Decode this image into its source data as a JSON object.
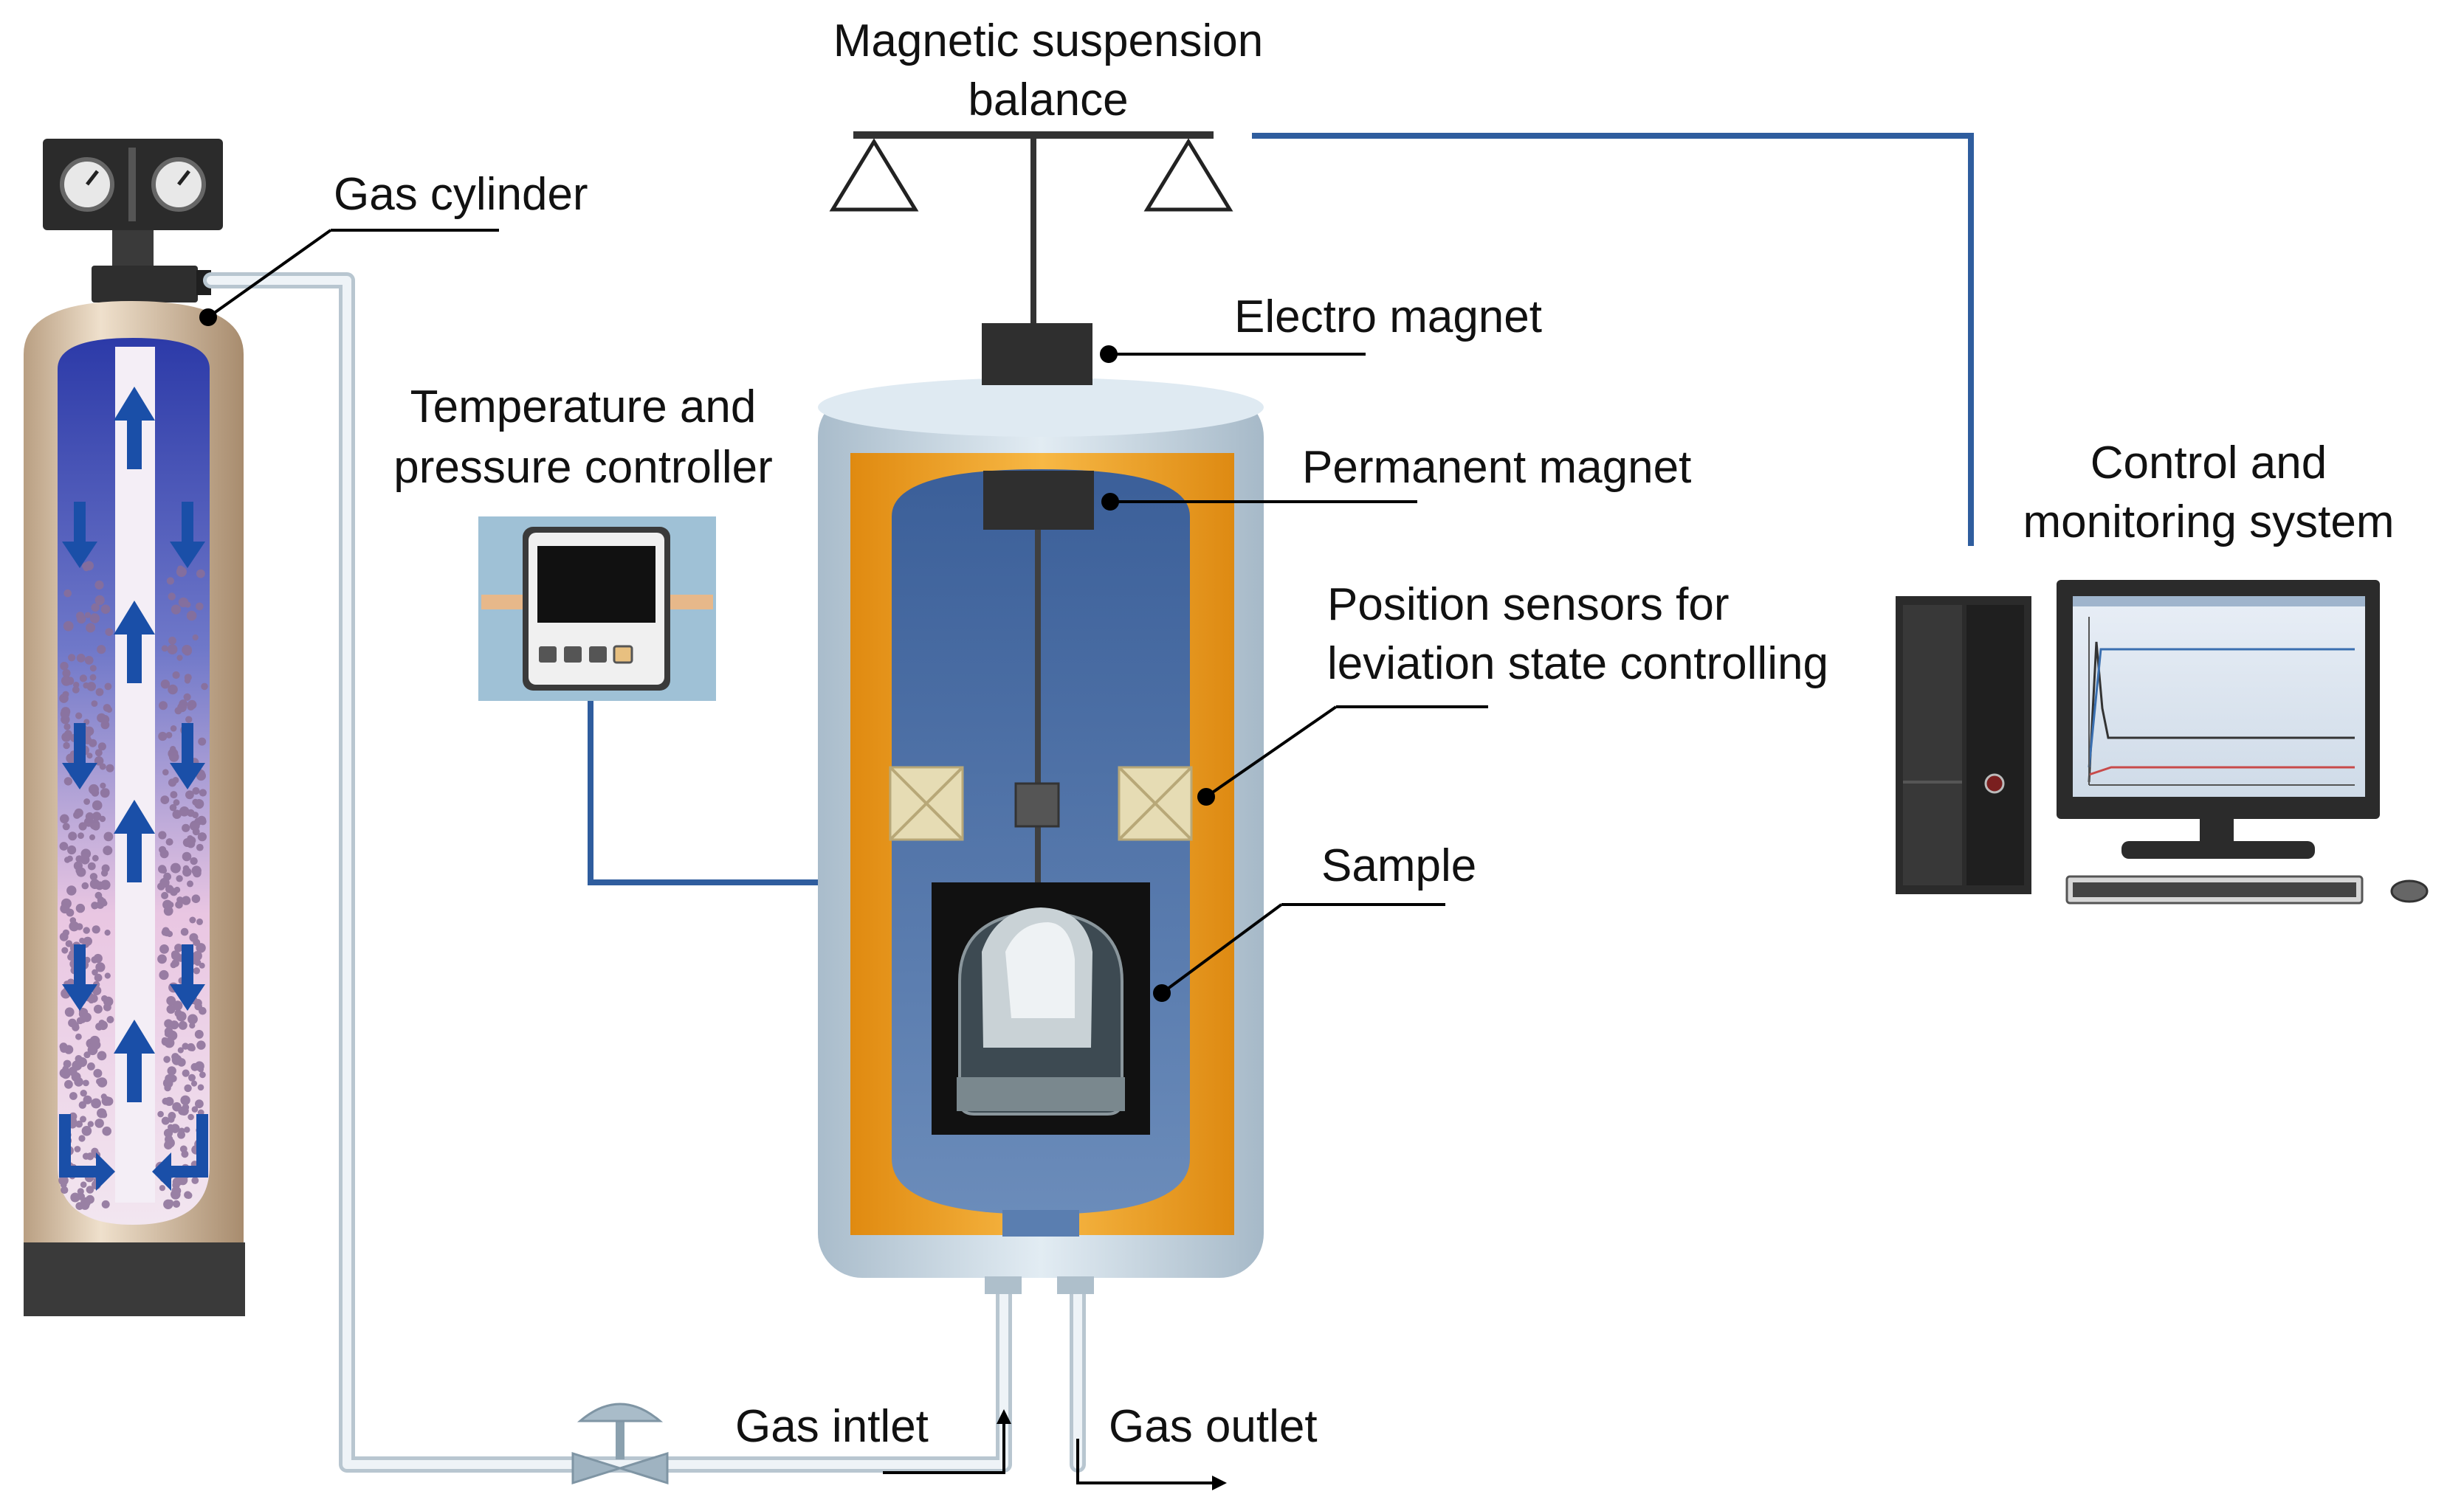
{
  "labels": {
    "balance_line1": "Magnetic suspension",
    "balance_line2": "balance",
    "gas_cylinder": "Gas cylinder",
    "electro_magnet": "Electro magnet",
    "temp_line1": "Temperature and",
    "temp_line2": "pressure controller",
    "permanent_magnet": "Permanent magnet",
    "control_line1": "Control and",
    "control_line2": "monitoring system",
    "sensors_line1": "Position sensors for",
    "sensors_line2": "leviation state controlling",
    "sample": "Sample",
    "gas_inlet": "Gas intlet",
    "gas_outlet": "Gas outlet"
  },
  "colors": {
    "connection_line": "#2f5d9e",
    "cell_shell": "#c9d9e6",
    "heater_jacket": "#f0a024",
    "inner_chamber": "#4a6fa5",
    "cylinder_body": "#d9c3a8",
    "arrow": "#1a4fa8",
    "tube": "#dde7ee",
    "magnet": "#333333"
  },
  "icons": {
    "pressure_gauge": "pressure-gauge-icon",
    "valve": "valve-icon",
    "computer": "desktop-computer-icon"
  }
}
